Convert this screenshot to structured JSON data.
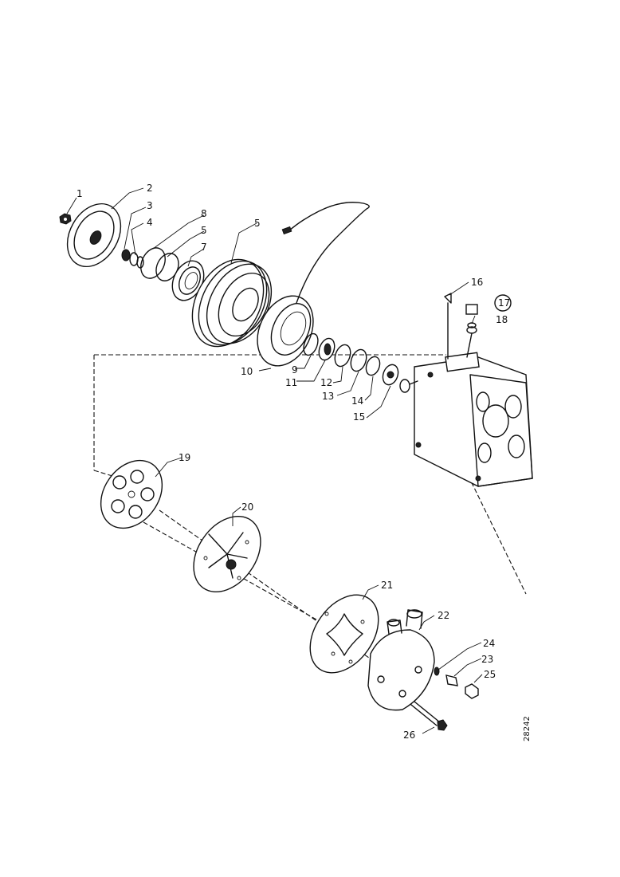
{
  "diagram": {
    "part_labels": [
      "1",
      "2",
      "3",
      "4",
      "5",
      "5",
      "7",
      "8",
      "9",
      "10",
      "11",
      "12",
      "13",
      "14",
      "15",
      "16",
      "17",
      "18",
      "19",
      "20",
      "21",
      "22",
      "24",
      "23",
      "25",
      "26"
    ],
    "drawing_code": "28242"
  }
}
